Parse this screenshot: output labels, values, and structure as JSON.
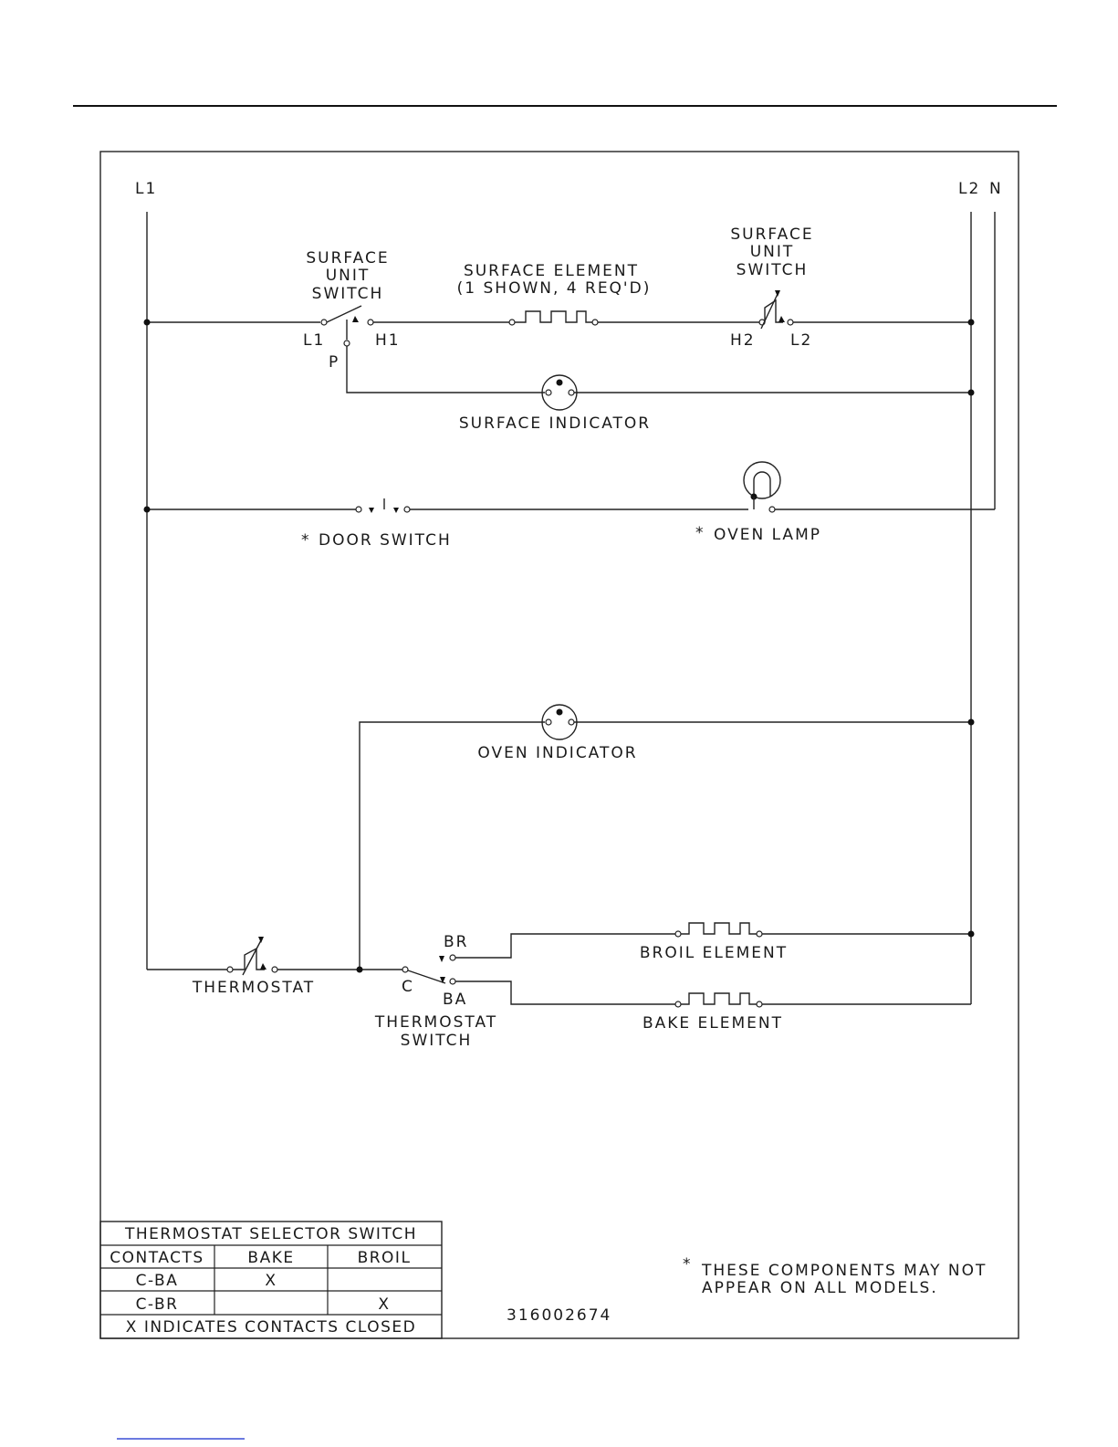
{
  "lines": {
    "l1": "L1",
    "l2": "L2",
    "n": "N"
  },
  "surface_switch_left": {
    "title": [
      "SURFACE",
      "UNIT",
      "SWITCH"
    ],
    "t_l1": "L1",
    "t_h1": "H1",
    "t_p": "P"
  },
  "surface_element": {
    "title": "SURFACE ELEMENT",
    "note": "(1 SHOWN, 4 REQ'D)"
  },
  "surface_switch_right": {
    "title": [
      "SURFACE",
      "UNIT",
      "SWITCH"
    ],
    "t_h2": "H2",
    "t_l2": "L2"
  },
  "surface_indicator": {
    "label": "SURFACE INDICATOR"
  },
  "door_switch": {
    "star": "*",
    "label": "DOOR SWITCH"
  },
  "oven_lamp": {
    "star": "*",
    "label": "OVEN LAMP"
  },
  "oven_indicator": {
    "label": "OVEN INDICATOR"
  },
  "thermostat": {
    "label": "THERMOSTAT"
  },
  "thermostat_switch": {
    "t_br": "BR",
    "t_ba": "BA",
    "t_c": "C",
    "title": [
      "THERMOSTAT",
      "SWITCH"
    ]
  },
  "broil_element": {
    "label": "BROIL ELEMENT"
  },
  "bake_element": {
    "label": "BAKE ELEMENT"
  },
  "selector_table": {
    "title": "THERMOSTAT SELECTOR SWITCH",
    "headers": [
      "CONTACTS",
      "BAKE",
      "BROIL"
    ],
    "rows": [
      [
        "C-BA",
        "X",
        ""
      ],
      [
        "C-BR",
        "",
        "X"
      ]
    ],
    "footer": "X INDICATES CONTACTS CLOSED"
  },
  "footnote": {
    "star": "*",
    "line1": "THESE COMPONENTS MAY NOT",
    "line2": "APPEAR ON ALL MODELS."
  },
  "part_number": "316002674"
}
